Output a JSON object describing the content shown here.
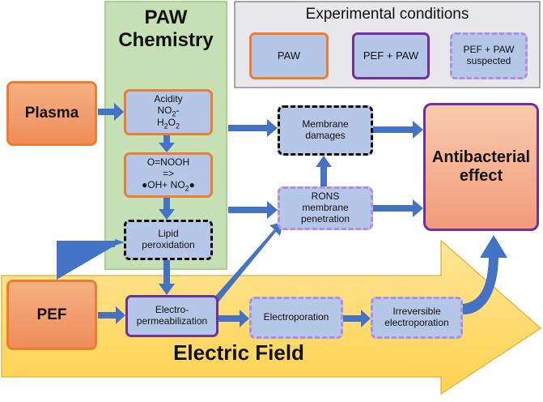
{
  "paw_panel": {
    "title_line1": "PAW",
    "title_line2": "Chemistry"
  },
  "legend": {
    "title": "Experimental conditions",
    "items": [
      "PAW",
      "PEF + PAW",
      "PEF + PAW suspected"
    ]
  },
  "nodes": {
    "plasma": "Plasma",
    "pef": "PEF",
    "acidity": {
      "line1": "Acidity",
      "no2_main": "NO",
      "no2_sub": "2",
      "no2_tail": "-",
      "h2o2_a": "H",
      "h2o2_sub1": "2",
      "h2o2_b": "O",
      "h2o2_sub2": "2"
    },
    "oonooh": {
      "line1": "O=NOOH",
      "line2": "=>",
      "line3a": "●OH+ NO",
      "line3_sub": "2",
      "line3b": "●"
    },
    "lipid": {
      "line1": "Lipid",
      "line2": "peroxidation"
    },
    "membrane_damages": {
      "line1": "Membrane",
      "line2": "damages"
    },
    "rons": {
      "line1": "RONS",
      "line2": "membrane",
      "line3": "penetration"
    },
    "electro_perm": {
      "line1": "Electro-",
      "line2": "permeabilization"
    },
    "electroporation": "Electroporation",
    "irreversible": {
      "line1": "Irreversible",
      "line2": "electroporation"
    },
    "antibacterial": {
      "line1": "Antibacterial",
      "line2": "effect"
    }
  },
  "electric_field_label": "Electric Field",
  "colors": {
    "paw_border": "#ed7d31",
    "pef_paw_border": "#7030a0",
    "suspected_border": "#b38de0",
    "box_fill": "#b4c7e7",
    "arrow": "#4472c4",
    "green_panel": "#c5e0b4",
    "yellow_arrow": "#ffd966"
  }
}
